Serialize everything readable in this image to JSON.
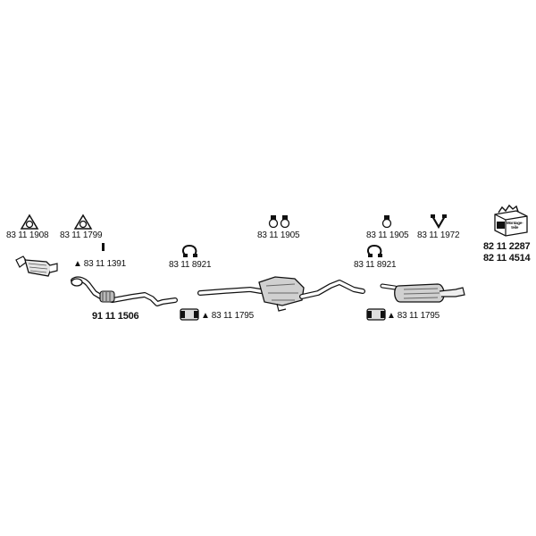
{
  "parts": {
    "gasket_1": "83 11 1908",
    "gasket_2": "83 11 1799",
    "mount_small": "83 11 1391",
    "front_pipe": "91 11 1506",
    "clamp_1": "83 11 8921",
    "sleeve_1": "83 11 1795",
    "hanger_pair": "83 11 1905",
    "hanger_single": "83 11 1905",
    "hanger_v": "83 11 1972",
    "clamp_2": "83 11 8921",
    "sleeve_2": "83 11 1795",
    "mounting_kit_1": "82 11 2287",
    "mounting_kit_2": "82 11 4514",
    "kit_box_text_1": "Montage-",
    "kit_box_text_2": "teile"
  }
}
